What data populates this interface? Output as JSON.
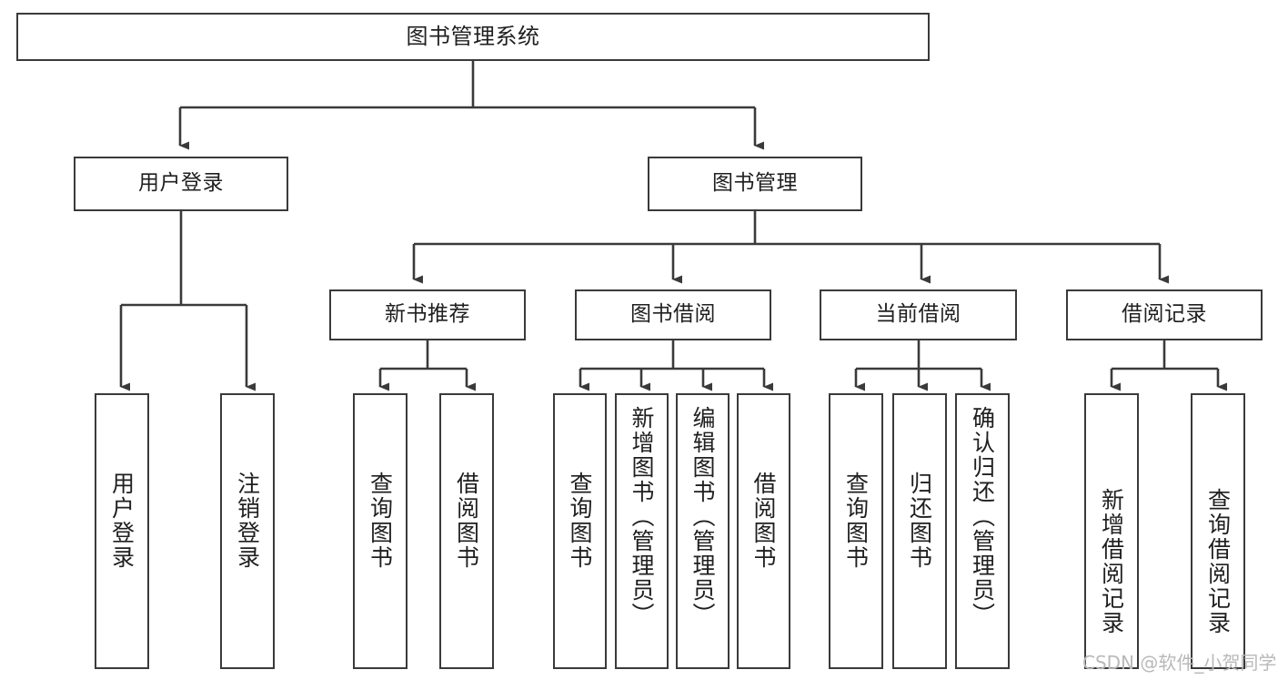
{
  "diagram": {
    "title": "图书管理系统",
    "type": "tree",
    "stroke_color": "#3a3a3a",
    "background_color": "#ffffff",
    "text_color": "#1f1f1f"
  },
  "nodes": {
    "root": {
      "label": "图书管理系统"
    },
    "level2": [
      {
        "id": "user-login",
        "label": "用户登录"
      },
      {
        "id": "book-manage",
        "label": "图书管理"
      }
    ],
    "level3": [
      {
        "id": "new-book-recommend",
        "label": "新书推荐"
      },
      {
        "id": "book-borrow",
        "label": "图书借阅"
      },
      {
        "id": "current-borrow",
        "label": "当前借阅"
      },
      {
        "id": "borrow-record",
        "label": "借阅记录"
      }
    ],
    "leaves": {
      "user_login": [
        {
          "id": "leaf-user-login",
          "label": "用户登录"
        },
        {
          "id": "leaf-logout-login",
          "label": "注销登录"
        }
      ],
      "new_book_recommend": [
        {
          "id": "leaf-query-book-1",
          "label": "查询图书"
        },
        {
          "id": "leaf-borrow-book-1",
          "label": "借阅图书"
        }
      ],
      "book_borrow": [
        {
          "id": "leaf-query-book-2",
          "label": "查询图书"
        },
        {
          "id": "leaf-add-book",
          "label": "新增图书（管理员）"
        },
        {
          "id": "leaf-edit-book",
          "label": "编辑图书（管理员）"
        },
        {
          "id": "leaf-borrow-book-2",
          "label": "借阅图书"
        }
      ],
      "current_borrow": [
        {
          "id": "leaf-query-book-3",
          "label": "查询图书"
        },
        {
          "id": "leaf-return-book",
          "label": "归还图书"
        },
        {
          "id": "leaf-confirm-return",
          "label": "确认归还（管理员）"
        }
      ],
      "borrow_record": [
        {
          "id": "leaf-add-record",
          "label": "新增借阅记录"
        },
        {
          "id": "leaf-query-record",
          "label": "查询借阅记录"
        }
      ]
    }
  },
  "watermark": {
    "text": "CSDN @软件_小贺同学"
  }
}
